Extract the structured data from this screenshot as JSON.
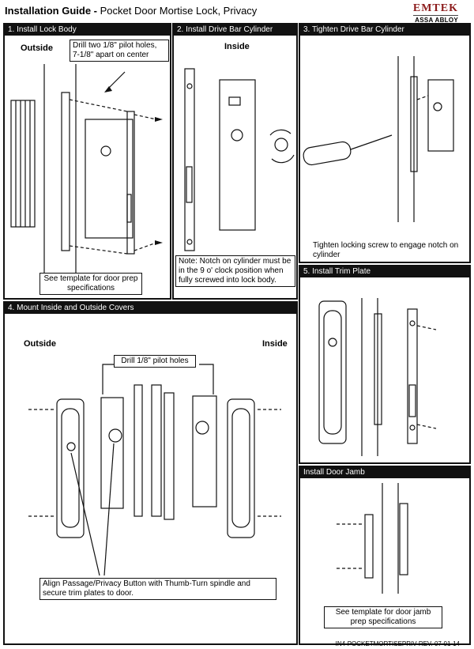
{
  "header": {
    "title_bold": "Installation Guide -",
    "title_rest": " Pocket Door Mortise Lock, Privacy"
  },
  "brand": {
    "name": "EMTEK",
    "parent": "ASSA ABLOY"
  },
  "panels": {
    "p1": {
      "title": "1. Install Lock Body",
      "label_outside": "Outside",
      "callout": "Drill two 1/8\" pilot holes, 7-1/8\" apart on center",
      "note": "See template for door prep specifications"
    },
    "p2": {
      "title": "2. Install Drive Bar Cylinder",
      "label_inside": "Inside",
      "note": "Note: Notch on cylinder must be in the 9 o' clock position when fully screwed  into lock body."
    },
    "p3": {
      "title": "3. Tighten Drive Bar Cylinder",
      "note": "Tighten locking screw to engage notch on cylinder"
    },
    "p4": {
      "title": "4. Mount Inside and Outside Covers",
      "label_outside": "Outside",
      "label_inside": "Inside",
      "callout_top": "Drill 1/8\" pilot holes",
      "callout_bottom": "Align Passage/Privacy Button with Thumb-Turn spindle and secure trim plates to door."
    },
    "p5": {
      "title": "5. Install Trim Plate"
    },
    "p6": {
      "title": "Install Door Jamb",
      "note": "See template for door jamb prep specifications"
    }
  },
  "footer": {
    "doc_id": "IN4-POCKETMORTISEPRIV  REV. 07-01-14"
  }
}
